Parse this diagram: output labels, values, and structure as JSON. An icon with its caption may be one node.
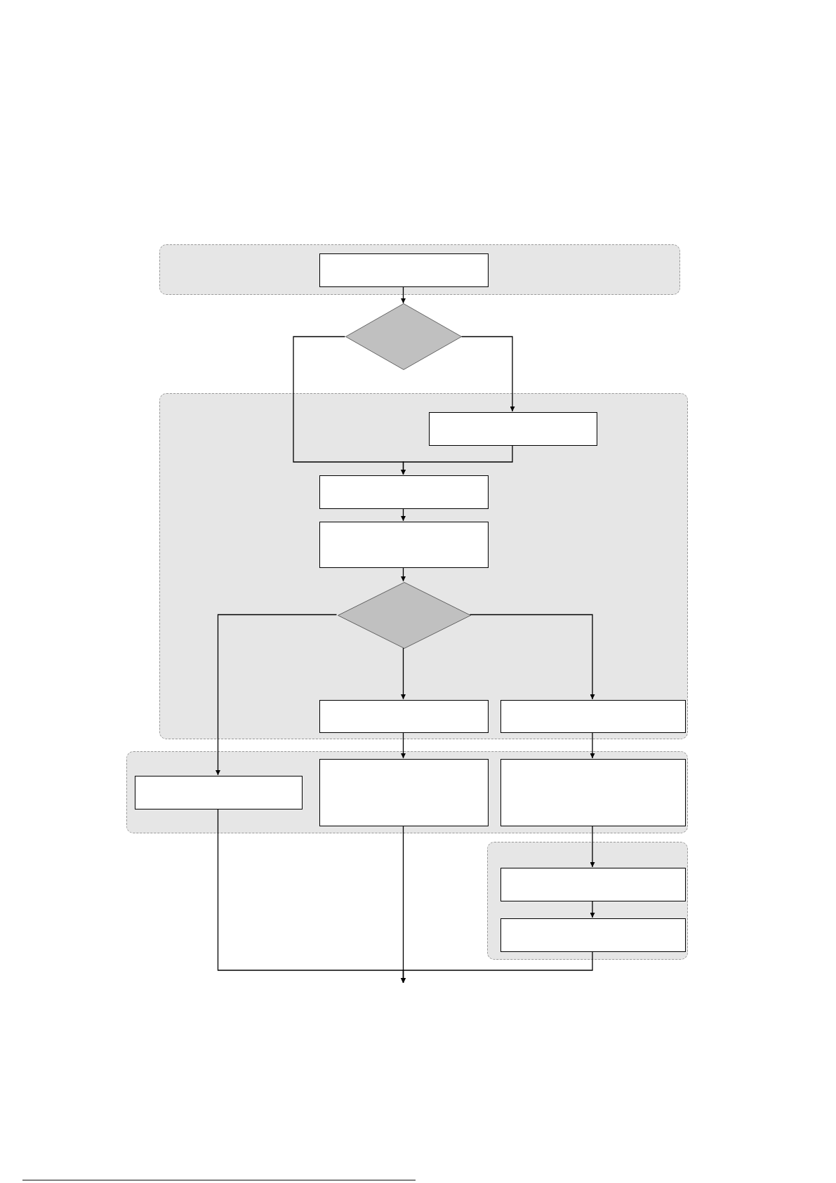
{
  "diagram": {
    "nodes": [
      {
        "text": [],
        "shape": "band"
      },
      {
        "text": [],
        "shape": "box",
        "in": 0
      },
      {
        "text": [],
        "shape": "diamond"
      },
      {
        "text": [],
        "shape": "band"
      },
      {
        "text": [],
        "shape": "box",
        "in": 3
      },
      {
        "text": [],
        "shape": "box",
        "in": 3
      },
      {
        "text": [],
        "shape": "box",
        "in": 3
      },
      {
        "text": [],
        "shape": "diamond",
        "in": 3
      },
      {
        "text": [],
        "shape": "box",
        "in": 3
      },
      {
        "text": [],
        "shape": "box",
        "in": 3
      },
      {
        "text": [],
        "shape": "band"
      },
      {
        "text": [],
        "shape": "box",
        "in": 10
      },
      {
        "text": [],
        "shape": "box",
        "in": 10
      },
      {
        "text": [],
        "shape": "box",
        "in": 10
      },
      {
        "text": [],
        "shape": "band"
      },
      {
        "text": [],
        "shape": "box",
        "in": 14
      },
      {
        "text": [],
        "shape": "box",
        "in": 14
      }
    ],
    "edges": [
      {
        "from": 1,
        "to": 2,
        "arrow": "to"
      },
      {
        "from": 2,
        "to": 5,
        "arrow": "to"
      },
      {
        "from": 2,
        "to": 4,
        "arrow": "to"
      },
      {
        "from": 4,
        "to": 5,
        "arrow": "to"
      },
      {
        "from": 5,
        "to": 6,
        "arrow": "to"
      },
      {
        "from": 6,
        "to": 7,
        "arrow": "to"
      },
      {
        "from": 7,
        "to": 11,
        "arrow": "to"
      },
      {
        "from": 7,
        "to": 8,
        "arrow": "to"
      },
      {
        "from": 7,
        "to": 9,
        "arrow": "to"
      },
      {
        "from": 8,
        "to": 12,
        "arrow": "to"
      },
      {
        "from": 9,
        "to": 13,
        "arrow": "to"
      },
      {
        "from": 13,
        "to": 15,
        "arrow": "to"
      },
      {
        "from": 15,
        "to": 16,
        "arrow": "to"
      },
      {
        "from": 11,
        "to": null,
        "arrow": "to"
      },
      {
        "from": 12,
        "to": null,
        "arrow": "to"
      },
      {
        "from": 16,
        "to": null,
        "arrow": "to"
      }
    ]
  }
}
